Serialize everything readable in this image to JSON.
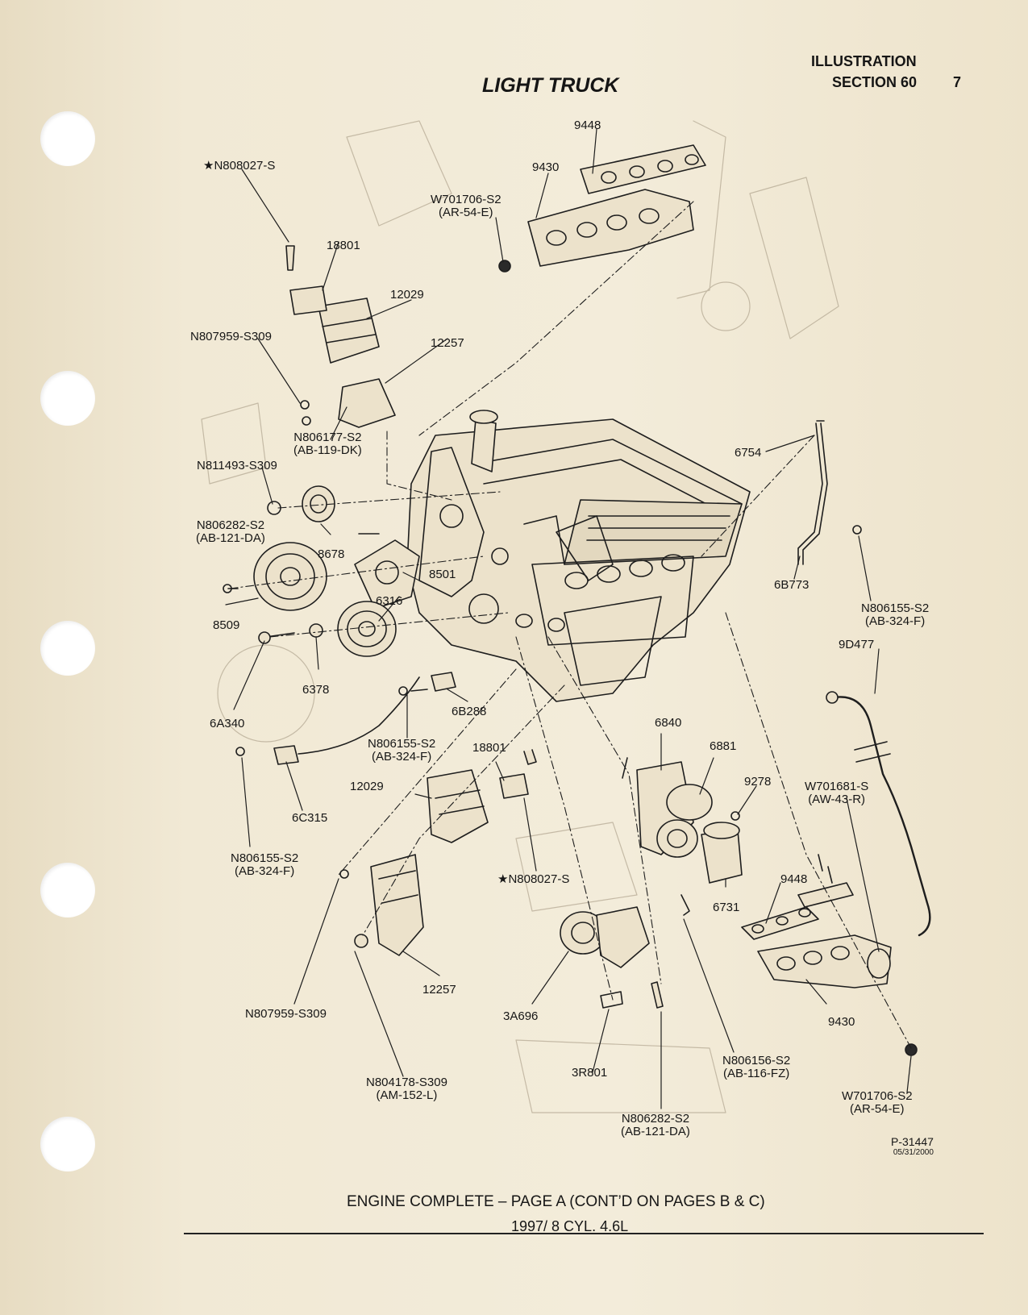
{
  "header": {
    "title": "LIGHT TRUCK",
    "illustration": "ILLUSTRATION",
    "section": "SECTION 60",
    "page": "7"
  },
  "labels": {
    "l9448_top": "9448",
    "l9430_top": "9430",
    "w701706_top": [
      "W701706-S2",
      "(AR-54-E)"
    ],
    "n808027_top": "★N808027-S",
    "l18801_top": "18801",
    "l12029_top": "12029",
    "n807959_top": "N807959-S309",
    "l12257_top": "12257",
    "n806177": [
      "N806177-S2",
      "(AB-119-DK)"
    ],
    "n811493": "N811493-S309",
    "n806282_left": [
      "N806282-S2",
      "(AB-121-DA)"
    ],
    "l8678": "8678",
    "l8501": "8501",
    "l6316": "6316",
    "l8509": "8509",
    "l6378": "6378",
    "l6A340": "6A340",
    "l6B288": "6B288",
    "n806155_mid": [
      "N806155-S2",
      "(AB-324-F)"
    ],
    "l6C315": "6C315",
    "n806155_left": [
      "N806155-S2",
      "(AB-324-F)"
    ],
    "l18801_mid": "18801",
    "l12029_mid": "12029",
    "n808027_mid": "★N808027-S",
    "l12257_mid": "12257",
    "n807959_bot": "N807959-S309",
    "n804178": [
      "N804178-S309",
      "(AM-152-L)"
    ],
    "l3A696": "3A696",
    "l3R801": "3R801",
    "n806282_bot": [
      "N806282-S2",
      "(AB-121-DA)"
    ],
    "n806156": [
      "N806156-S2",
      "(AB-116-FZ)"
    ],
    "l6840": "6840",
    "l6881": "6881",
    "l9278": "9278",
    "l6731": "6731",
    "l9448_bot": "9448",
    "l9430_bot": "9430",
    "w701681": [
      "W701681-S",
      "(AW-43-R)"
    ],
    "w701706_bot": [
      "W701706-S2",
      "(AR-54-E)"
    ],
    "l6754": "6754",
    "l6B773": "6B773",
    "n806155_right": [
      "N806155-S2",
      "(AB-324-F)"
    ],
    "l9D477": "9D477"
  },
  "part_number": {
    "code": "P-31447",
    "date": "05/31/2000"
  },
  "footer": {
    "line1": "ENGINE COMPLETE – PAGE A (CONT’D ON PAGES B & C)",
    "line2": "1997/ 8 CYL. 4.6L"
  }
}
